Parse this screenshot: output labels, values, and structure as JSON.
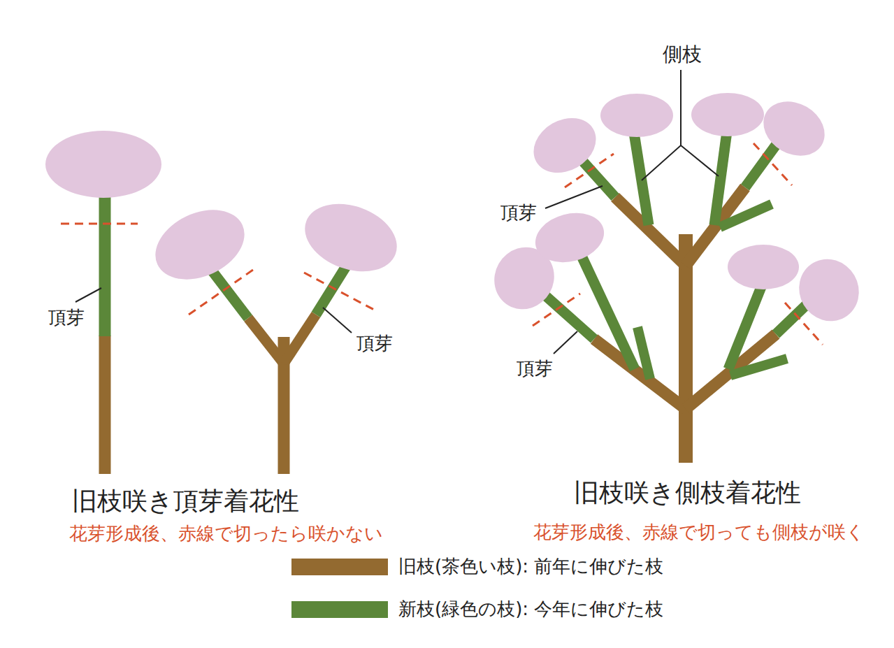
{
  "diagram": {
    "labels": [
      "側枝",
      "頂芽",
      "頂芽",
      "頂芽",
      "頂芽",
      "旧枝咲き頂芽着花性",
      "花芽形成後、赤線で切ったら咲かない",
      "旧枝咲き側枝着花性",
      "花芽形成後、赤線で切っても側枝が咲く"
    ],
    "legend": [
      {
        "text": "旧枝(茶色い枝): 前年に伸びた枝",
        "color": "#936a30"
      },
      {
        "text": "新枝(緑色の枝): 今年に伸びた枝",
        "color": "#5b8739"
      }
    ]
  }
}
